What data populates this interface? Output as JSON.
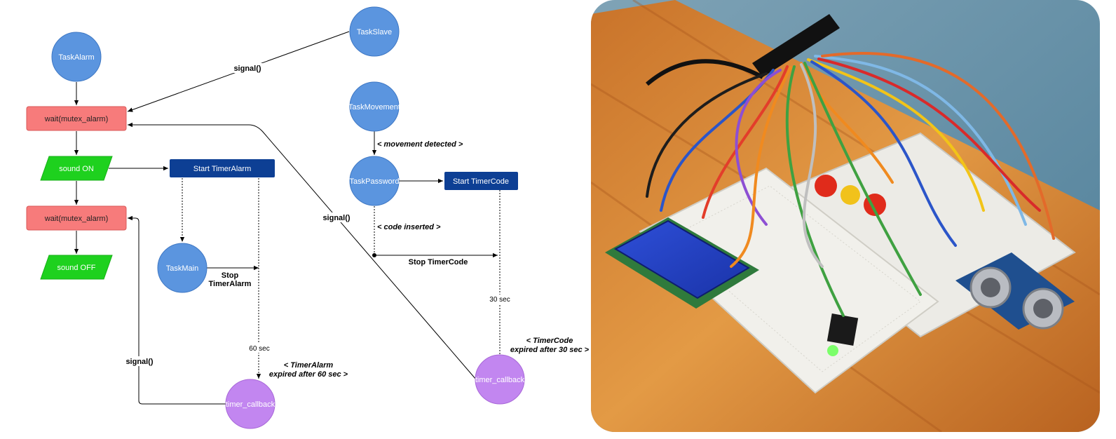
{
  "nodes": {
    "task_alarm": "TaskAlarm",
    "task_slave": "TaskSlave",
    "task_movement": "TaskMovement",
    "task_password": "TaskPassword",
    "task_main": "TaskMain",
    "timer_callback_alarm": "timer_callback",
    "timer_callback_code": "timer_callback",
    "wait_mutex_1": "wait(mutex_alarm)",
    "wait_mutex_2": "wait(mutex_alarm)",
    "sound_on": "sound ON",
    "sound_off": "sound OFF",
    "start_timer_alarm": "Start TimerAlarm",
    "start_timer_code": "Start TimerCode"
  },
  "labels": {
    "signal_slave": "signal()",
    "signal_code": "signal()",
    "signal_alarm": "signal()",
    "movement_detected": "< movement detected >",
    "code_inserted": "< code inserted >",
    "stop_timer_code": "Stop TimerCode",
    "stop_timer_alarm_1": "Stop",
    "stop_timer_alarm_2": "TimerAlarm",
    "sixty_sec": "60 sec",
    "thirty_sec": "30 sec",
    "timeralarm_note_1": "< TimerAlarm",
    "timeralarm_note_2": "expired after 60 sec >",
    "timercode_note_1": "< TimerCode",
    "timercode_note_2": "expired after 30 sec >"
  },
  "colors": {
    "task_circle": "#5b95df",
    "callback_circle": "#c286f0",
    "wait_box": "#f77b7b",
    "sound_box": "#1ed11e",
    "timer_box": "#0d3f94"
  }
}
